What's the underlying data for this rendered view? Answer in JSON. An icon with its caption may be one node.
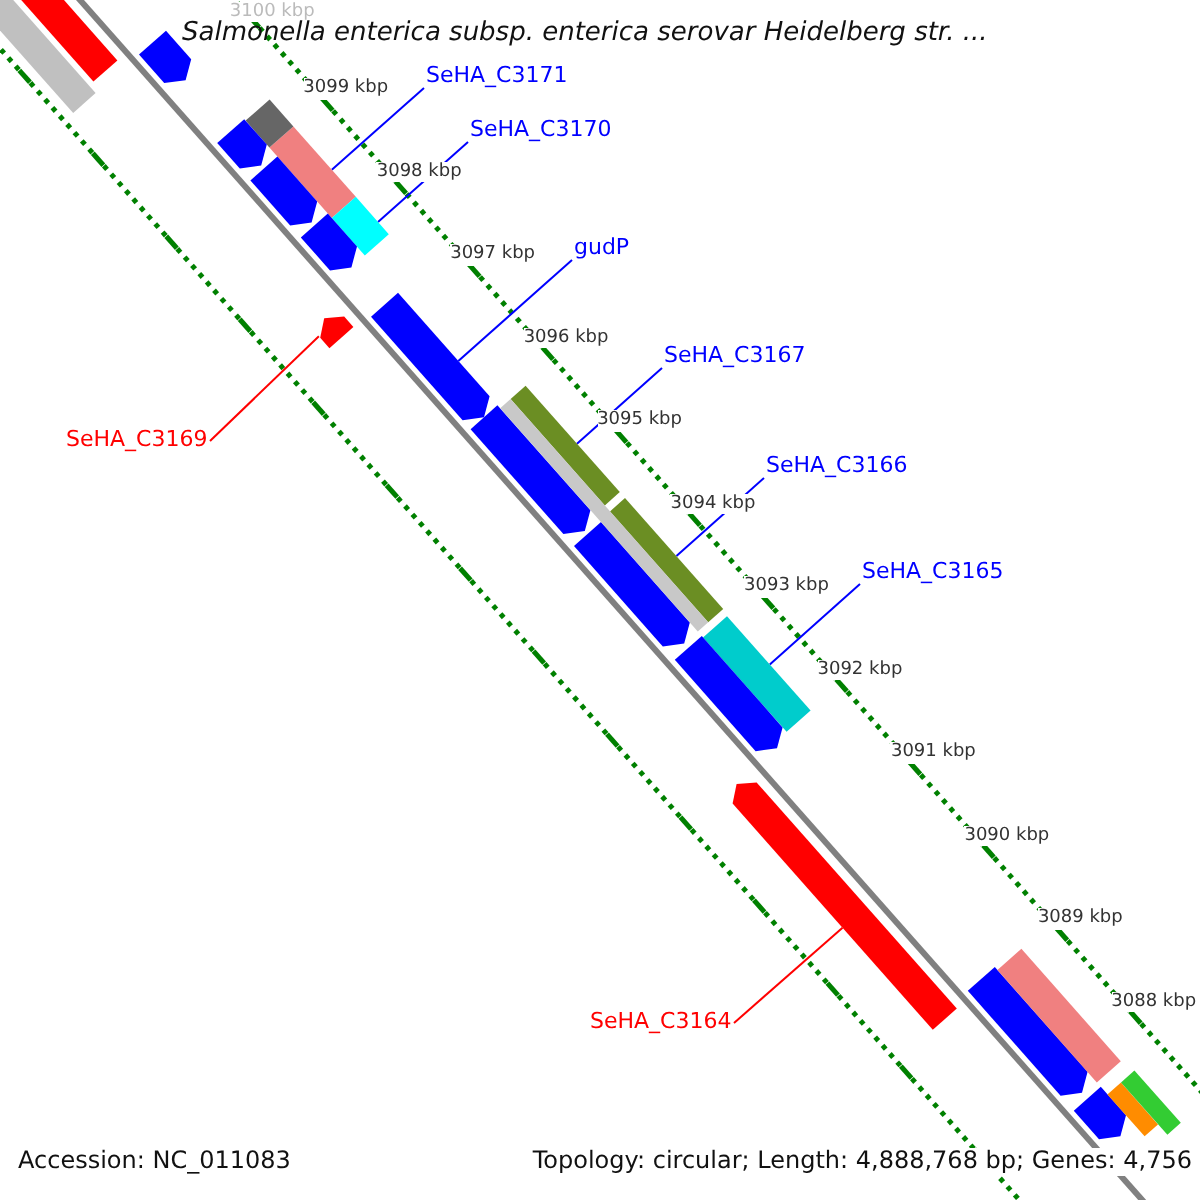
{
  "diagram": {
    "title": "Salmonella enterica subsp. enterica serovar Heidelberg str. ...",
    "nodes": [
      {
        "text": [
          "SeHA_C3171"
        ]
      },
      {
        "text": [],
        "shape": "bar"
      },
      {
        "text": [
          "SeHA_C3170"
        ]
      },
      {
        "text": [],
        "shape": "bar"
      },
      {
        "text": [
          "gudP"
        ]
      },
      {
        "text": [],
        "shape": "pentagon"
      },
      {
        "text": [
          "SeHA_C3169"
        ]
      },
      {
        "text": [],
        "shape": "pentagon"
      },
      {
        "text": [
          "SeHA_C3167"
        ]
      },
      {
        "text": [],
        "shape": "bar"
      },
      {
        "text": [
          "SeHA_C3166"
        ]
      },
      {
        "text": [],
        "shape": "bar"
      },
      {
        "text": [
          "SeHA_C3165"
        ]
      },
      {
        "text": [],
        "shape": "bar"
      },
      {
        "text": [
          "SeHA_C3164"
        ]
      },
      {
        "text": [],
        "shape": "pentagon"
      },
      {
        "text": [],
        "shape": "bar"
      },
      {
        "text": [],
        "shape": "pentagon"
      },
      {
        "text": [],
        "shape": "pentagon"
      },
      {
        "text": [],
        "shape": "bar"
      },
      {
        "text": [],
        "shape": "pentagon"
      },
      {
        "text": [],
        "shape": "pentagon"
      },
      {
        "text": [],
        "shape": "pentagon"
      },
      {
        "text": [],
        "shape": "pentagon"
      },
      {
        "text": [],
        "shape": "pentagon"
      },
      {
        "text": [],
        "shape": "pentagon"
      },
      {
        "text": [],
        "shape": "bar"
      },
      {
        "text": [],
        "shape": "pentagon"
      },
      {
        "text": [],
        "shape": "pentagon"
      },
      {
        "text": [],
        "shape": "bar"
      },
      {
        "text": [],
        "shape": "bar"
      },
      {
        "text": [],
        "shape": "bar"
      }
    ],
    "edges": [
      {
        "from": 0,
        "to": 1,
        "arrow": "none"
      },
      {
        "from": 2,
        "to": 3,
        "arrow": "none"
      },
      {
        "from": 4,
        "to": 5,
        "arrow": "none"
      },
      {
        "from": 6,
        "to": 7,
        "arrow": "none",
        "color": "#ff0000"
      },
      {
        "from": 8,
        "to": 9,
        "arrow": "none"
      },
      {
        "from": 10,
        "to": 11,
        "arrow": "none"
      },
      {
        "from": 12,
        "to": 13,
        "arrow": "none"
      },
      {
        "from": 14,
        "to": 15,
        "arrow": "none",
        "color": "#ff0000"
      }
    ],
    "labels": [
      "3100 kbp",
      "3099 kbp",
      "3098 kbp",
      "3097 kbp",
      "3096 kbp",
      "3095 kbp",
      "3094 kbp",
      "3093 kbp",
      "3092 kbp",
      "3091 kbp",
      "3090 kbp",
      "3089 kbp",
      "3088 kbp",
      "Accession: NC_011083",
      "Topology: circular; Length: 4,888,768 bp; Genes: 4,756"
    ]
  }
}
